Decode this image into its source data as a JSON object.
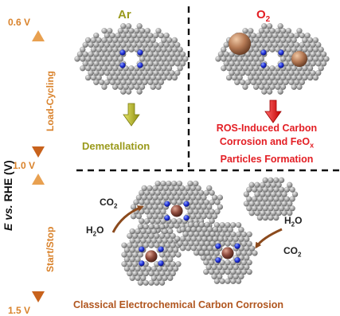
{
  "potentials": {
    "top": "0.6 V",
    "middle": "1.0 V",
    "bottom": "1.5 V"
  },
  "axis": {
    "e": "E",
    "vs": " vs.",
    "ref": " RHE (V)"
  },
  "regimes": {
    "load": "Load-Cycling",
    "start": "Start/Stop"
  },
  "panels": {
    "ar": {
      "title": "Ar",
      "result": "Demetallation"
    },
    "o2": {
      "title_main": "O",
      "title_sub": "2",
      "line1": "ROS-Induced Carbon",
      "line2_a": "Corrosion and FeO",
      "line2_sub": "x",
      "line3": "Particles Formation"
    },
    "bottom": {
      "caption": "Classical Electrochemical Carbon Corrosion"
    }
  },
  "species": {
    "co2_left_main": "CO",
    "co2_left_sub": "2",
    "h2o_left_a": "H",
    "h2o_left_sub": "2",
    "h2o_left_b": "O",
    "h2o_right_a": "H",
    "h2o_right_sub": "2",
    "h2o_right_b": "O",
    "co2_right_main": "CO",
    "co2_right_sub": "2"
  },
  "colors": {
    "orange": "#d9822b",
    "olive": "#9a9a1c",
    "red": "#e31e24",
    "brown": "#b0551e"
  }
}
